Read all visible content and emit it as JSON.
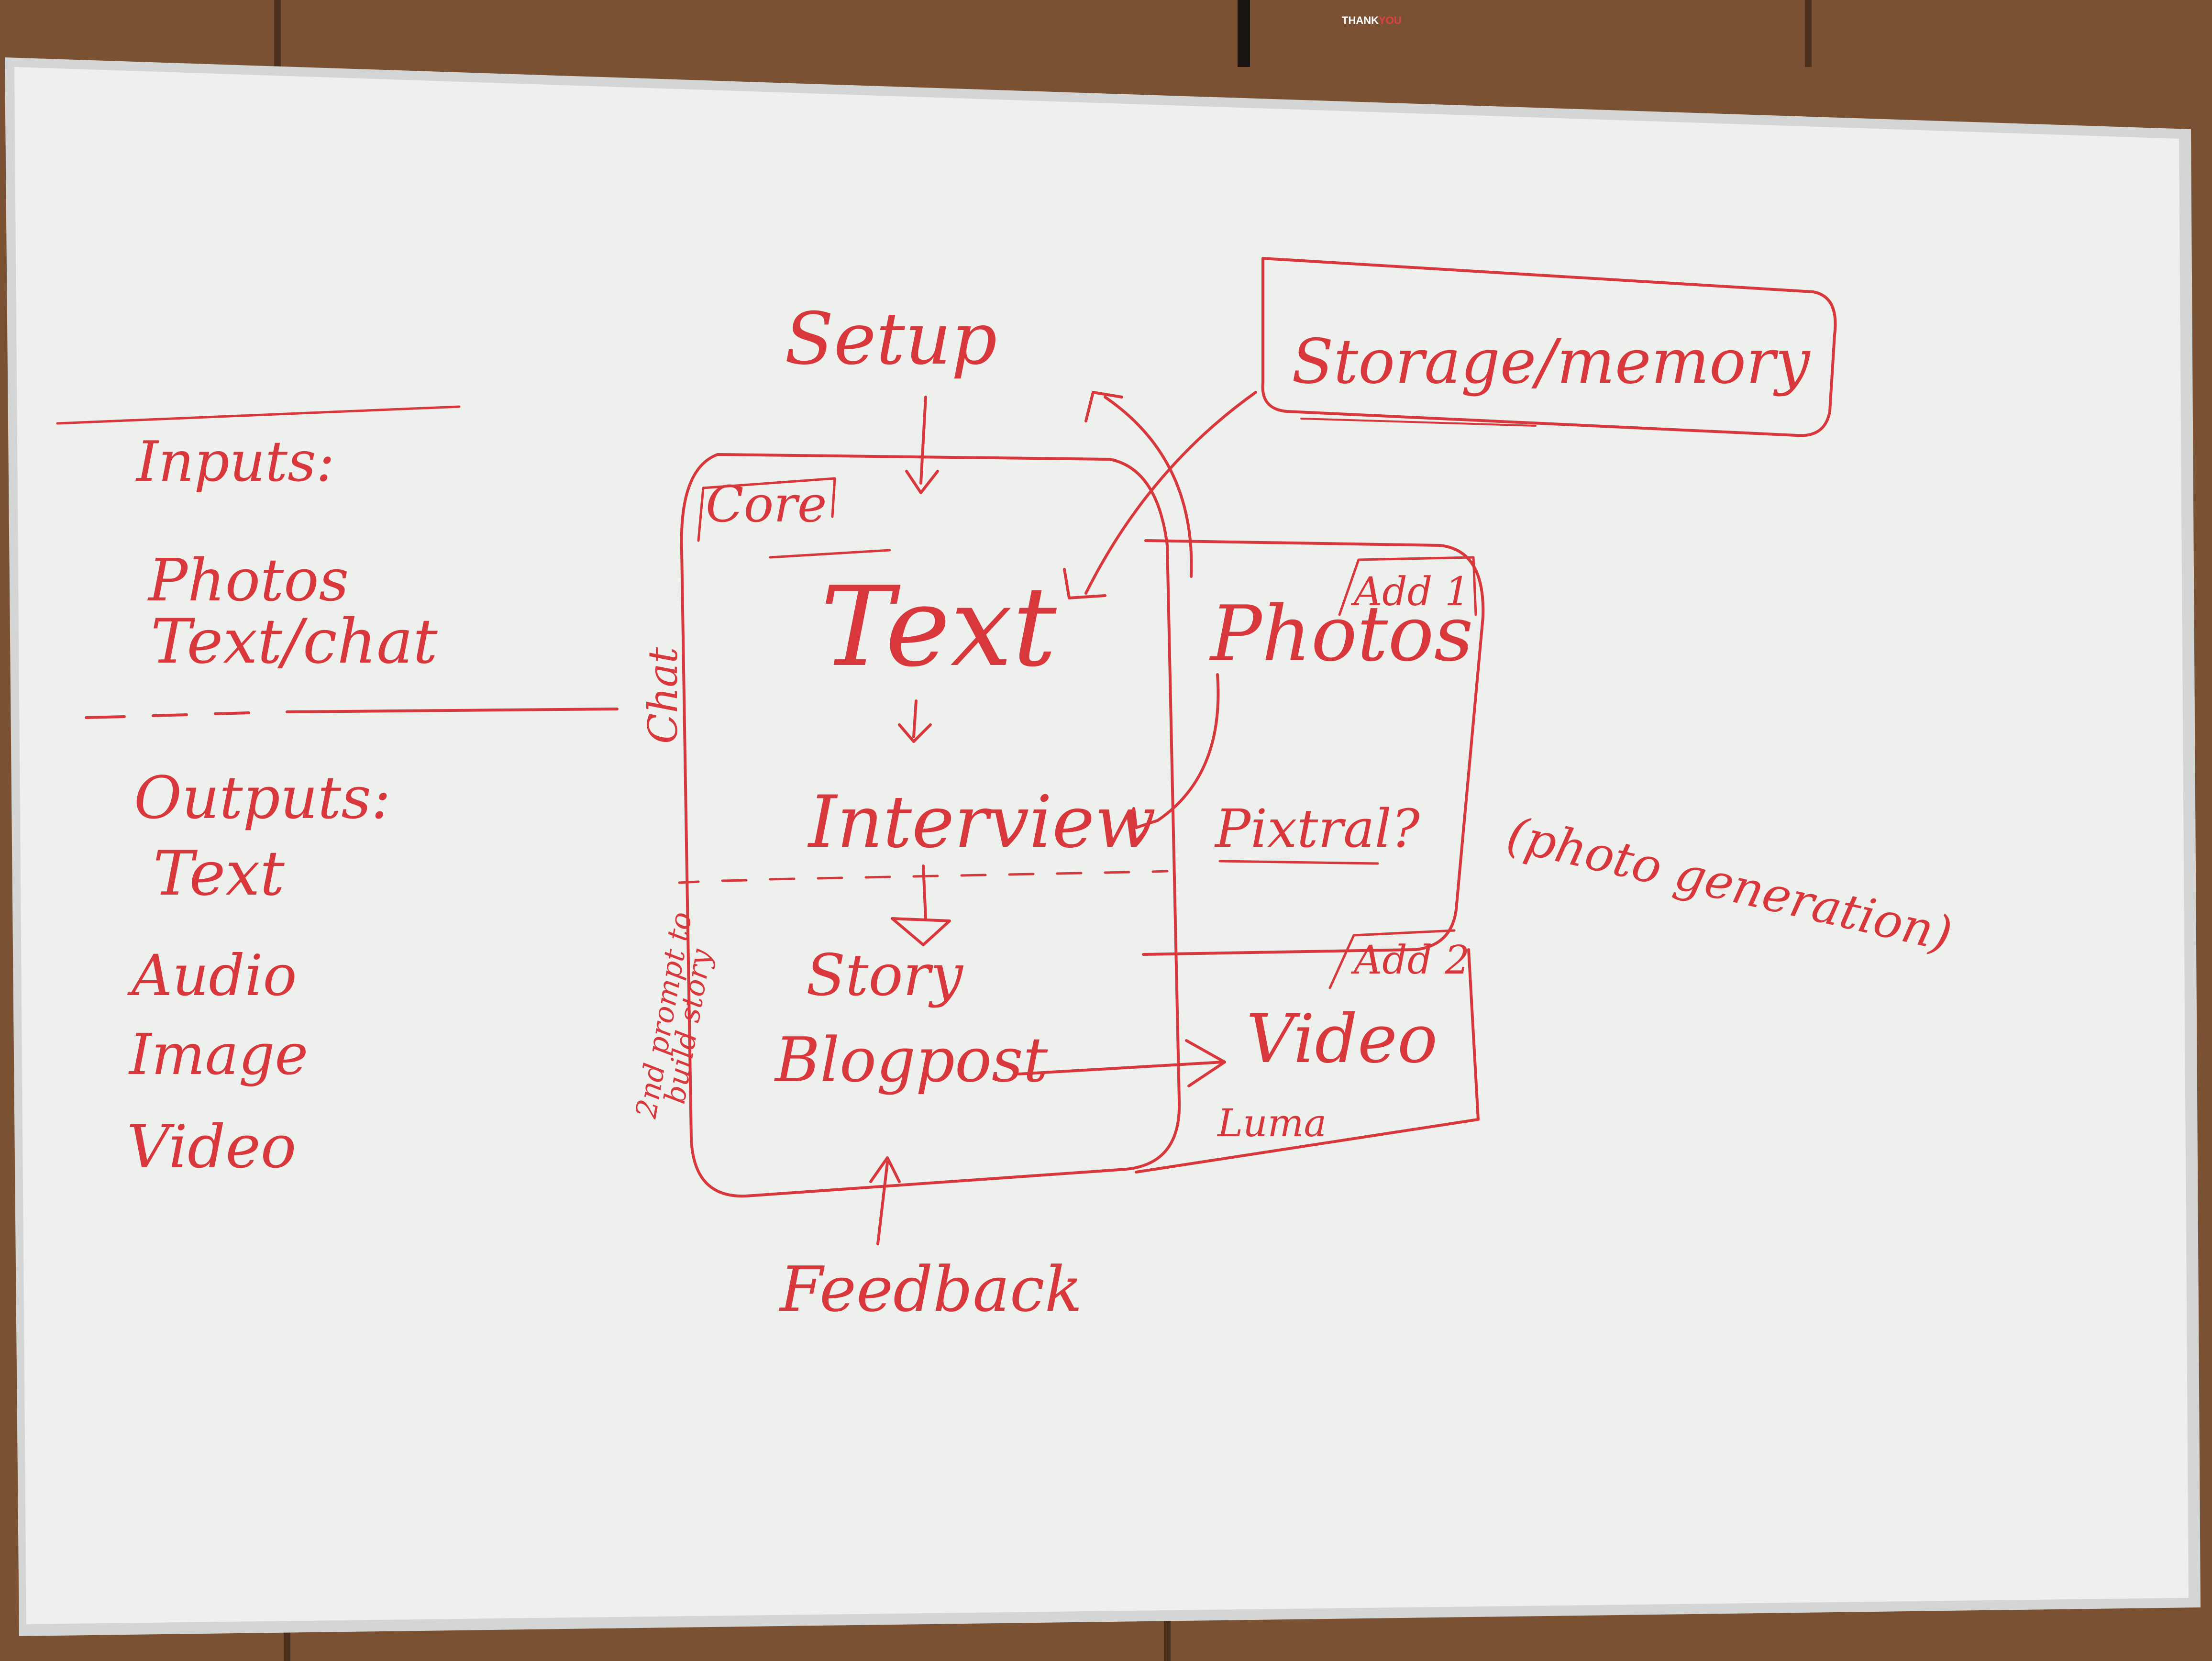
{
  "colors": {
    "marker": "#d8373c",
    "board": "#eef0ee",
    "wall": "#7a5233",
    "frame": "#d4d6d6"
  },
  "wall_sign": {
    "part1": "THANK",
    "part2": "YOU"
  },
  "inputs": {
    "heading": "Inputs:",
    "items": [
      "Photos",
      "Text/chat"
    ]
  },
  "outputs": {
    "heading": "Outputs:",
    "items": [
      "Text",
      "Audio",
      "Image",
      "Video"
    ]
  },
  "flow": {
    "setup": "Setup",
    "storage": "Storage/memory",
    "core_label": "Core",
    "text": "Text",
    "interview": "Interview",
    "story": "Story",
    "blogpost": "Blogpost",
    "feedback": "Feedback",
    "chat_side": "Chat",
    "side_note_line1": "2nd prompt to",
    "side_note_line2": "build story"
  },
  "photos_box": {
    "label": "Photos",
    "tag": "Add 1",
    "tool": "Pixtral?",
    "note": "(photo generation)"
  },
  "video_box": {
    "label": "Video",
    "tag": "Add 2",
    "tool": "Luma"
  }
}
